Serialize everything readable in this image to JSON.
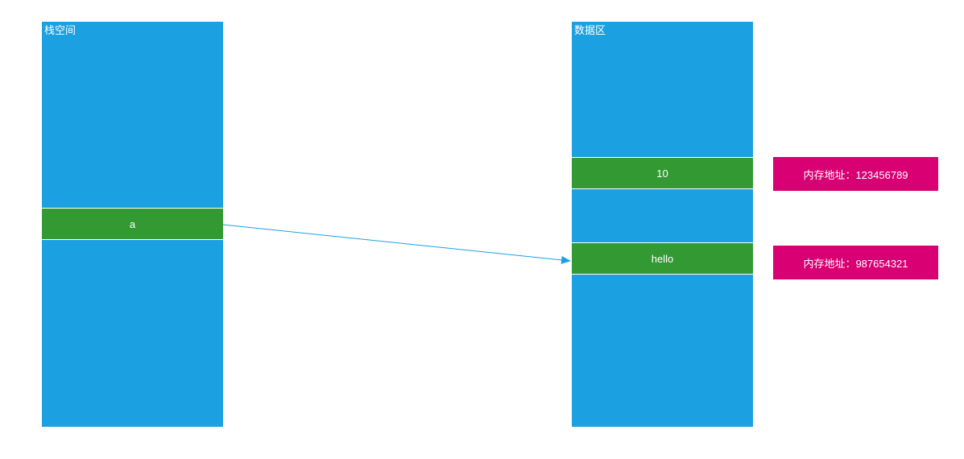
{
  "stack": {
    "title": "栈空间",
    "cells": [
      {
        "label": "a"
      }
    ]
  },
  "data_area": {
    "title": "数据区",
    "cells": [
      {
        "label": "10"
      },
      {
        "label": "hello"
      }
    ]
  },
  "addresses": [
    {
      "text": "内存地址：123456789"
    },
    {
      "text": "内存地址：987654321"
    }
  ],
  "colors": {
    "block": "#1ba0e1",
    "cell": "#339933",
    "address": "#d80073",
    "arrow": "#1ba0e1"
  }
}
